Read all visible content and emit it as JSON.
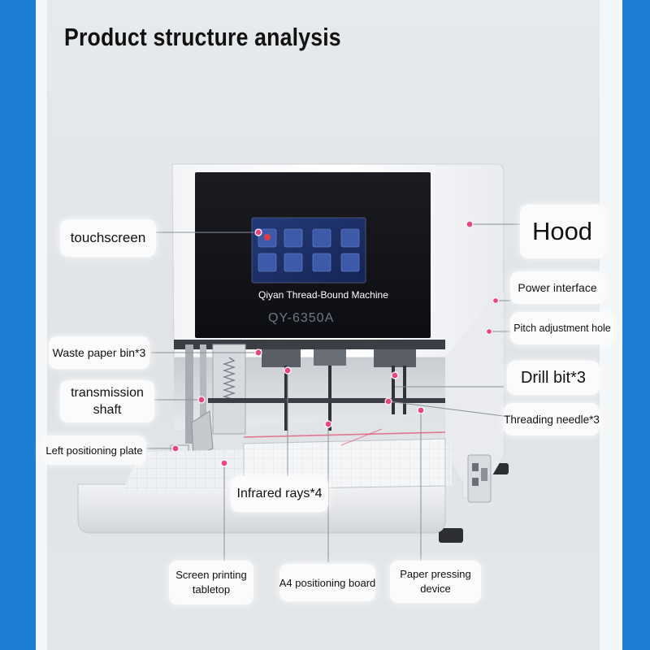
{
  "title": "Product structure analysis",
  "screen_caption": "Qiyan Thread-Bound Machine",
  "model_number": "QY-6350A",
  "labels": {
    "touchscreen": "touchscreen",
    "hood": "Hood",
    "power_interface": "Power interface",
    "pitch_adjustment_hole": "Pitch adjustment hole",
    "waste_paper_bin": "Waste paper bin*3",
    "drill_bit": "Drill bit*3",
    "transmission_shaft_line1": "transmission",
    "transmission_shaft_line2": "shaft",
    "threading_needle": "Threading needle*3",
    "left_positioning_plate": "Left positioning plate",
    "infrared_rays": "Infrared rays*4",
    "screen_printing_tabletop_line1": "Screen printing",
    "screen_printing_tabletop_line2": "tabletop",
    "a4_positioning_board": "A4 positioning board",
    "paper_pressing_device_line1": "Paper pressing",
    "paper_pressing_device_line2": "device"
  },
  "colors": {
    "accent_blue": "#1c7fd4",
    "leader_dot": "#e8467c"
  }
}
